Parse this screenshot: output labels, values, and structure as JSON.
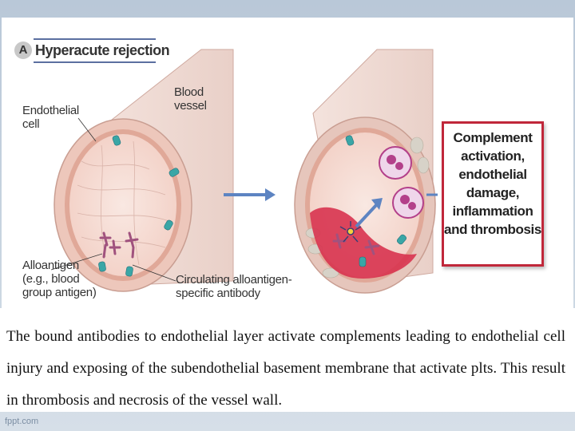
{
  "panel": {
    "badge": "A",
    "title": "Hyperacute rejection"
  },
  "labels": {
    "blood_vessel": "Blood\nvessel",
    "endothelial_cell": "Endothelial\ncell",
    "alloantigen": "Alloantigen\n(e.g., blood\ngroup antigen)",
    "circulating_antibody": "Circulating alloantigen-\nspecific antibody"
  },
  "outcome_box": {
    "text": "Complement\nactivation,\nendothelial\ndamage,\ninflammation\nand thrombosis",
    "border_color": "#c0273a"
  },
  "caption": "The bound antibodies to endothelial layer activate complements leading to endothelial cell injury and exposing of the subendothelial basement membrane that activate plts. This result in thrombosis and necrosis of the vessel wall.",
  "watermark": "fppt.com",
  "colors": {
    "vessel_wall": "#f2d6cf",
    "endothelium": "#f6c9b9",
    "thrombus": "#d8334f",
    "arrow": "#5d84c2",
    "antibody": "#a0527e",
    "antigen": "#3aa6a6",
    "neutrophil": "#b3408a"
  }
}
